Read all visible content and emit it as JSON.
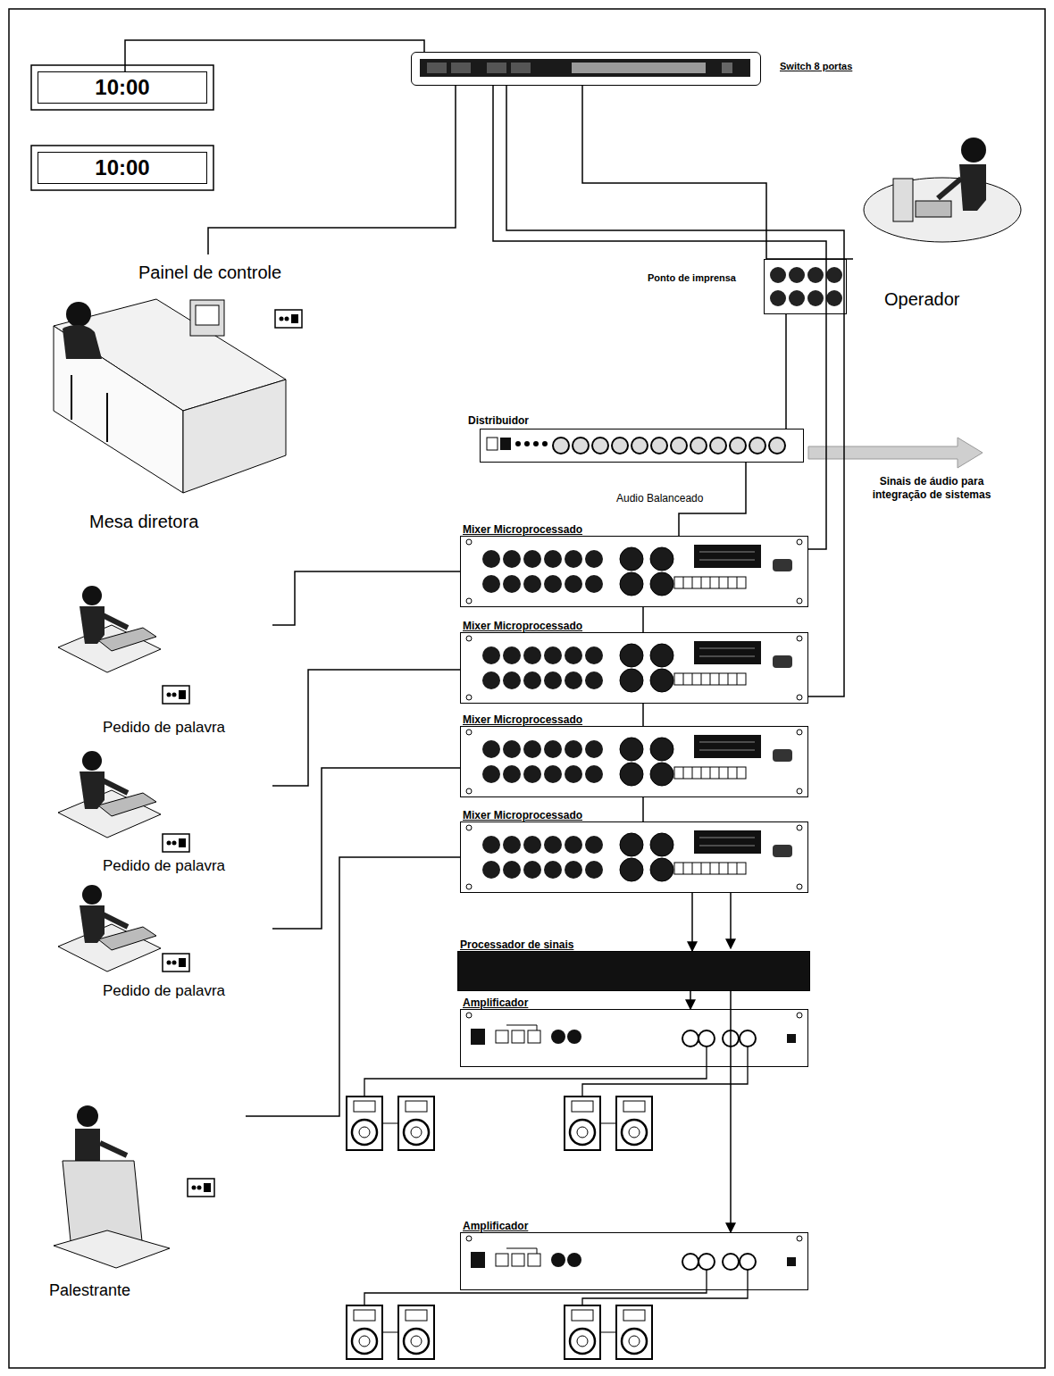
{
  "diagram": {
    "nodes": [
      {
        "text": [
          "10:00"
        ]
      },
      {
        "text": [
          "10:00"
        ]
      },
      {
        "text": [
          "Switch 8 portas"
        ]
      },
      {
        "text": [
          "Painel de controle",
          "Mesa diretora"
        ]
      },
      {
        "text": [
          "Operador"
        ]
      },
      {
        "text": [
          "Ponto de imprensa"
        ]
      },
      {
        "text": [
          "Distribuidor"
        ]
      },
      {
        "text": [
          "Mixer Microprocessado"
        ]
      },
      {
        "text": [
          "Mixer Microprocessado"
        ]
      },
      {
        "text": [
          "Mixer Microprocessado"
        ]
      },
      {
        "text": [
          "Mixer Microprocessado"
        ]
      },
      {
        "text": [
          "Pedido de palavra"
        ]
      },
      {
        "text": [
          "Pedido de palavra"
        ]
      },
      {
        "text": [
          "Pedido de palavra"
        ]
      },
      {
        "text": [
          "Palestrante"
        ]
      },
      {
        "text": [
          "Processador de sinais"
        ]
      },
      {
        "text": [
          "Amplificador"
        ]
      },
      {
        "text": [
          "Amplificador"
        ]
      }
    ],
    "edges": [
      {
        "from": 2,
        "to": 0,
        "arrow": "none"
      },
      {
        "from": 2,
        "to": 3,
        "arrow": "none"
      },
      {
        "from": 2,
        "to": 4,
        "arrow": "none"
      },
      {
        "from": 2,
        "to": 7,
        "arrow": "none"
      },
      {
        "from": 2,
        "to": 8,
        "arrow": "none"
      },
      {
        "from": 5,
        "to": 6,
        "arrow": "none"
      },
      {
        "from": 7,
        "to": 6,
        "label": "Audio Balanceado",
        "arrow": "none"
      },
      {
        "from": 7,
        "to": 8,
        "arrow": "none"
      },
      {
        "from": 8,
        "to": 9,
        "arrow": "none"
      },
      {
        "from": 9,
        "to": 10,
        "arrow": "none"
      },
      {
        "from": 11,
        "to": 7,
        "arrow": "none"
      },
      {
        "from": 12,
        "to": 8,
        "arrow": "none"
      },
      {
        "from": 13,
        "to": 9,
        "arrow": "none"
      },
      {
        "from": 14,
        "to": 10,
        "arrow": "none"
      },
      {
        "from": 10,
        "to": 15,
        "arrow": "to"
      },
      {
        "from": 15,
        "to": 16,
        "arrow": "to"
      },
      {
        "from": 15,
        "to": 17,
        "arrow": "to"
      }
    ],
    "labels": [
      "Sinais de áudio para integração de sistemas"
    ]
  }
}
